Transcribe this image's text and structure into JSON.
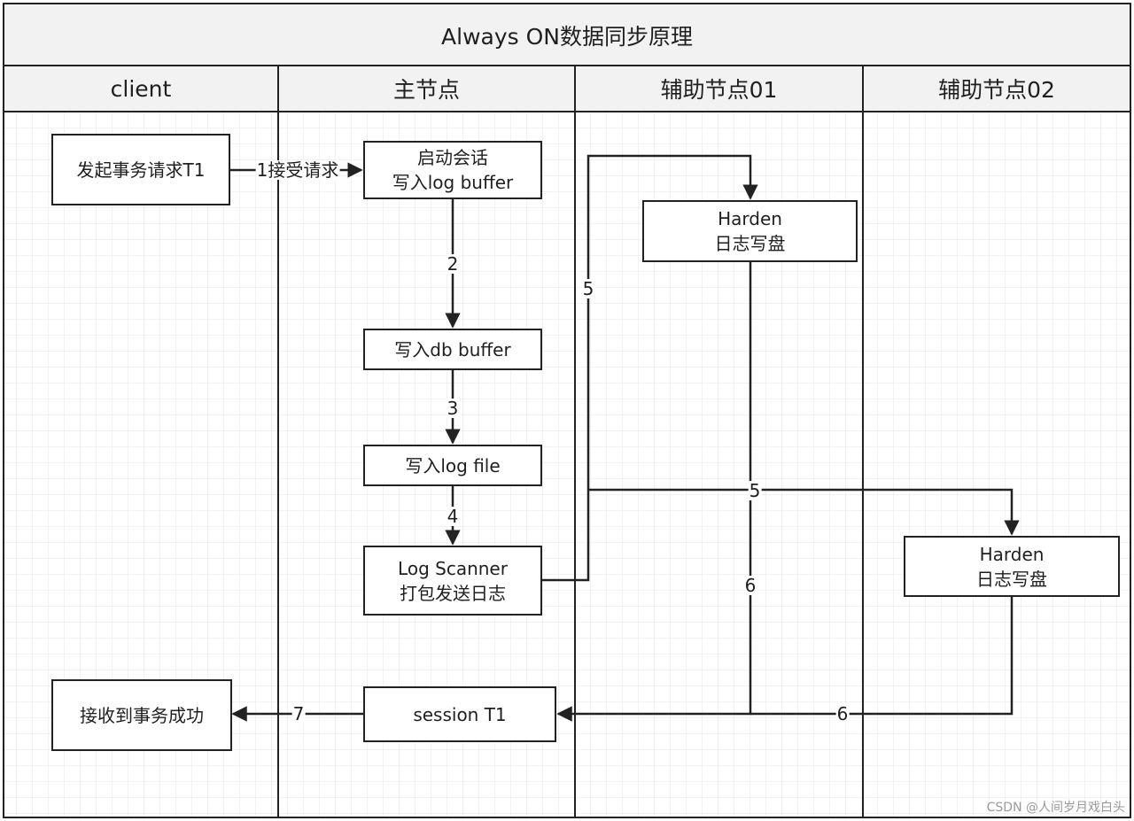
{
  "title": "Always ON数据同步原理",
  "lanes": [
    {
      "id": "client",
      "label": "client"
    },
    {
      "id": "primary",
      "label": "主节点"
    },
    {
      "id": "secondary01",
      "label": "辅助节点01"
    },
    {
      "id": "secondary02",
      "label": "辅助节点02"
    }
  ],
  "nodes": {
    "start_txn": {
      "lines": [
        "发起事务请求T1"
      ]
    },
    "start_session": {
      "lines": [
        "启动会话",
        "写入log buffer"
      ]
    },
    "write_db_buffer": {
      "lines": [
        "写入db buffer"
      ]
    },
    "write_log_file": {
      "lines": [
        "写入log file"
      ]
    },
    "log_scanner": {
      "lines": [
        "Log Scanner",
        "打包发送日志"
      ]
    },
    "session_t1": {
      "lines": [
        "session T1"
      ]
    },
    "commit_success": {
      "lines": [
        "接收到事务成功"
      ]
    },
    "harden_01": {
      "lines": [
        "Harden",
        "日志写盘"
      ]
    },
    "harden_02": {
      "lines": [
        "Harden",
        "日志写盘"
      ]
    }
  },
  "edge_labels": {
    "step1": "1接受请求",
    "step2": "2",
    "step3": "3",
    "step4": "4",
    "step5_to_01": "5",
    "step5_to_02": "5",
    "step6_from_01": "6",
    "step6_from_02": "6",
    "step7": "7"
  },
  "watermark": "CSDN @人间岁月戏白头",
  "colors": {
    "line": "#222222",
    "grid": "#e6e6e6",
    "header_bg": "#f2f2f2"
  }
}
